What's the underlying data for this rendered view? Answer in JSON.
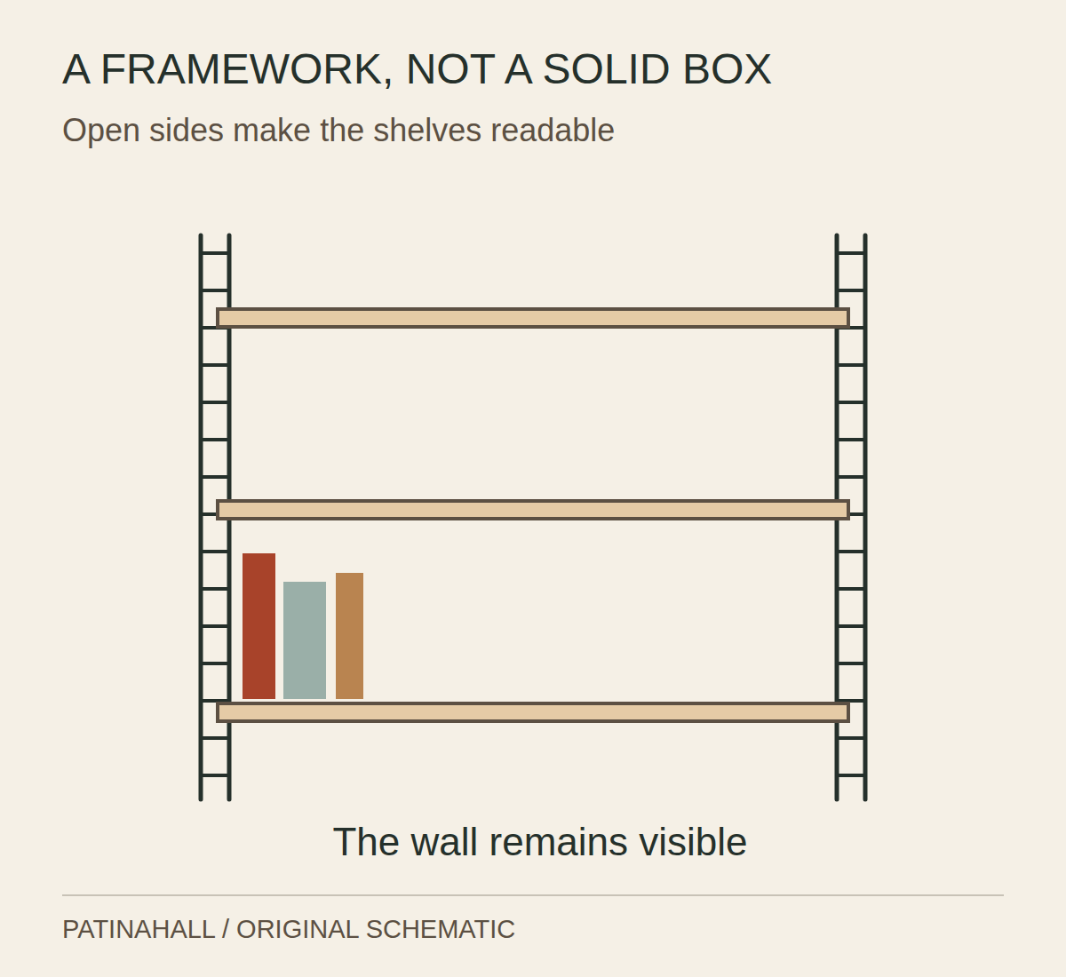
{
  "diagram": {
    "title": "A FRAMEWORK, NOT A SOLID BOX",
    "labels": [
      "Open sides make the shelves readable",
      "The wall remains visible",
      "PATINAHALL / ORIGINAL SCHEMATIC"
    ]
  }
}
